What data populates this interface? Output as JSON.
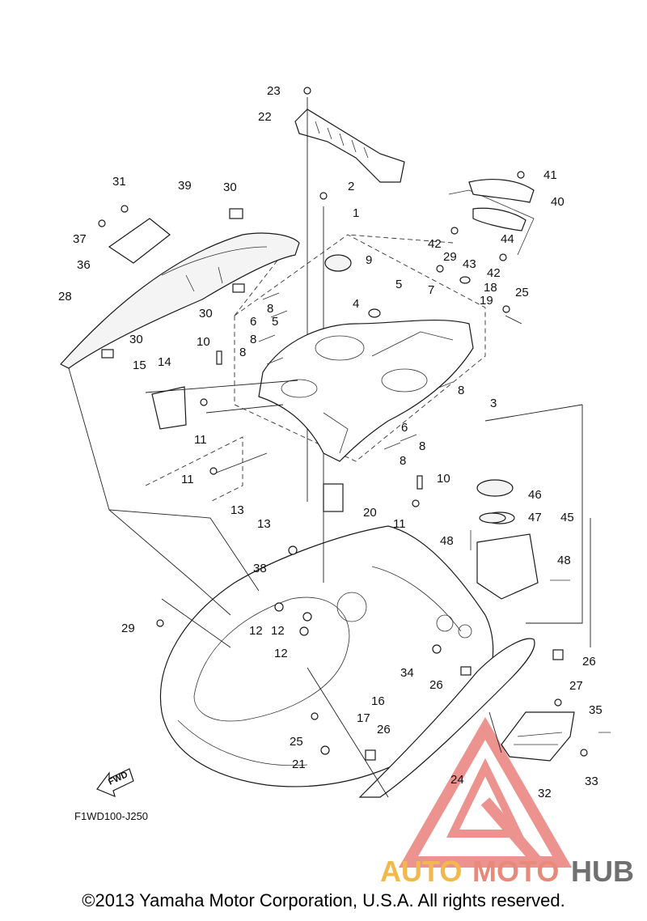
{
  "diagram": {
    "callouts": [
      "1",
      "2",
      "3",
      "4",
      "5",
      "5",
      "6",
      "6",
      "7",
      "8",
      "8",
      "8",
      "8",
      "8",
      "8",
      "9",
      "10",
      "10",
      "11",
      "11",
      "11",
      "12",
      "12",
      "12",
      "13",
      "13",
      "14",
      "15",
      "16",
      "17",
      "18",
      "19",
      "20",
      "21",
      "22",
      "23",
      "24",
      "25",
      "25",
      "26",
      "26",
      "26",
      "27",
      "28",
      "29",
      "29",
      "30",
      "30",
      "30",
      "31",
      "32",
      "33",
      "34",
      "35",
      "36",
      "37",
      "38",
      "39",
      "40",
      "41",
      "42",
      "42",
      "43",
      "44",
      "45",
      "46",
      "47",
      "48",
      "48"
    ],
    "figure_code": "F1WD100-J250",
    "fwd_label": "FWD"
  },
  "watermark": {
    "part1": "AUTO",
    "part2": "MOTO",
    "part3": "HUB",
    "colors": {
      "auto": "#f2b84b",
      "moto": "#e88a7a",
      "hub": "#707070",
      "triangle": "#e8706a"
    }
  },
  "footer": {
    "copyright": "©2013 Yamaha Motor Corporation, U.S.A. All rights reserved."
  }
}
